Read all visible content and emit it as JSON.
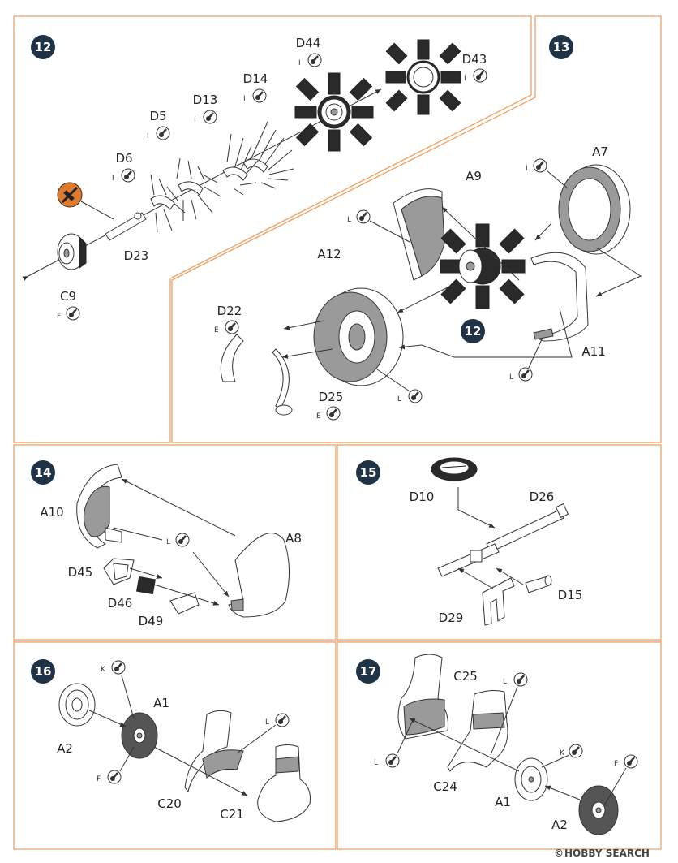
{
  "steps": {
    "s12": {
      "number": "12",
      "parts": {
        "d44": "D44",
        "d43": "D43",
        "d14": "D14",
        "d13": "D13",
        "d5": "D5",
        "d6": "D6",
        "d23": "D23",
        "c9": "C9"
      },
      "paints": {
        "d44": "I",
        "d43": "I",
        "d14": "I",
        "d13": "I",
        "d5": "I",
        "d6": "I",
        "c9": "F"
      }
    },
    "s13": {
      "number": "13",
      "sub_step": "12",
      "parts": {
        "a7": "A7",
        "a9": "A9",
        "a12": "A12",
        "a11": "A11",
        "d22": "D22",
        "d25": "D25"
      },
      "paints": {
        "a7": "L",
        "a9": "L",
        "a11": "L",
        "d22": "E",
        "d25": "E",
        "ring": "L"
      }
    },
    "s14": {
      "number": "14",
      "parts": {
        "a10": "A10",
        "a8": "A8",
        "d45": "D45",
        "d46": "D46",
        "d49": "D49"
      },
      "paints": {
        "a10": "L"
      }
    },
    "s15": {
      "number": "15",
      "parts": {
        "d10": "D10",
        "d26": "D26",
        "d15": "D15",
        "d29": "D29"
      }
    },
    "s16": {
      "number": "16",
      "parts": {
        "a1": "A1",
        "a2": "A2",
        "c20": "C20",
        "c21": "C21"
      },
      "paints": {
        "k": "K",
        "f": "F",
        "l": "L"
      }
    },
    "s17": {
      "number": "17",
      "parts": {
        "c25": "C25",
        "c24": "C24",
        "a1": "A1",
        "a2": "A2"
      },
      "paints": {
        "l1": "L",
        "l2": "L",
        "k": "K",
        "f": "F"
      }
    }
  },
  "watermark": {
    "brand": "HOBBY SEARCH",
    "copyright": "©"
  },
  "colors": {
    "frame": "#f0a060",
    "badge": "#1f3347",
    "warning": "#e07a2c"
  }
}
